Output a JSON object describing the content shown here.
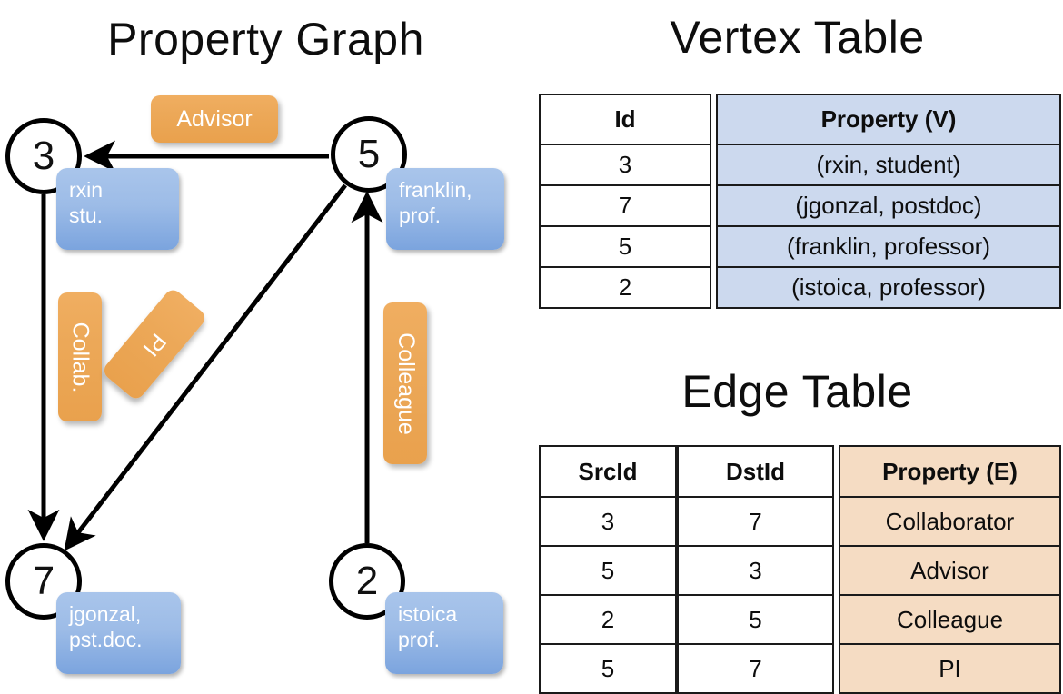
{
  "titles": {
    "property_graph": "Property Graph",
    "vertex_table": "Vertex Table",
    "edge_table": "Edge Table"
  },
  "graph": {
    "nodes": [
      {
        "id": "3",
        "name": "rxin",
        "role": "stu.",
        "label_line1": "rxin",
        "label_line2": "stu."
      },
      {
        "id": "5",
        "name": "franklin",
        "role": "prof.",
        "label_line1": "franklin,",
        "label_line2": "prof."
      },
      {
        "id": "7",
        "name": "jgonzal",
        "role": "pst.doc.",
        "label_line1": "jgonzal,",
        "label_line2": "pst.doc."
      },
      {
        "id": "2",
        "name": "istoica",
        "role": "prof.",
        "label_line1": "istoica",
        "label_line2": "prof."
      }
    ],
    "edge_labels": {
      "advisor": "Advisor",
      "collab": "Collab.",
      "pi": "PI",
      "colleague": "Colleague"
    },
    "colors": {
      "vertex_chip": "#9dbce7",
      "edge_chip": "#eca858",
      "node_outline": "#000000"
    }
  },
  "vertex_table": {
    "headers": [
      "Id",
      "Property (V)"
    ],
    "rows": [
      {
        "id": "3",
        "property": "(rxin, student)"
      },
      {
        "id": "7",
        "property": "(jgonzal, postdoc)"
      },
      {
        "id": "5",
        "property": "(franklin, professor)"
      },
      {
        "id": "2",
        "property": "(istoica, professor)"
      }
    ],
    "property_cell_color": "#ccd9ee"
  },
  "edge_table": {
    "headers": [
      "SrcId",
      "DstId",
      "Property (E)"
    ],
    "rows": [
      {
        "src": "3",
        "dst": "7",
        "property": "Collaborator"
      },
      {
        "src": "5",
        "dst": "3",
        "property": "Advisor"
      },
      {
        "src": "2",
        "dst": "5",
        "property": "Colleague"
      },
      {
        "src": "5",
        "dst": "7",
        "property": "PI"
      }
    ],
    "property_cell_color": "#f5dcc3"
  }
}
